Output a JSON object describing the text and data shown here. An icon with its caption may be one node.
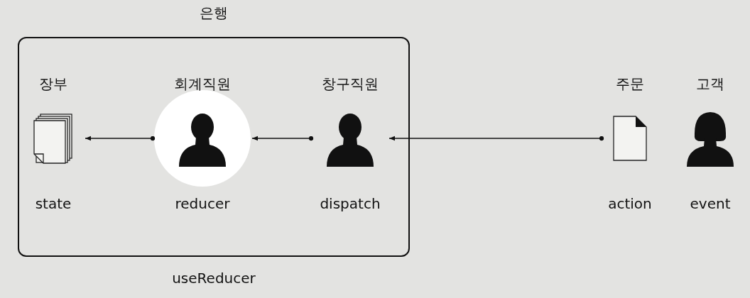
{
  "diagram": {
    "nodes": [
      {
        "text": [
          "은행",
          "useReducer"
        ]
      },
      {
        "text": [
          "장부",
          "state"
        ],
        "in": 0
      },
      {
        "text": [
          "회계직원",
          "reducer"
        ],
        "in": 0
      },
      {
        "text": [
          "창구직원",
          "dispatch"
        ],
        "in": 0
      },
      {
        "text": [
          "주문",
          "action"
        ]
      },
      {
        "text": [
          "고객",
          "event"
        ]
      }
    ],
    "edges": [
      {
        "from": 2,
        "to": 1,
        "arrow": "to"
      },
      {
        "from": 3,
        "to": 2,
        "arrow": "to"
      },
      {
        "from": 4,
        "to": 3,
        "arrow": "to"
      }
    ]
  }
}
